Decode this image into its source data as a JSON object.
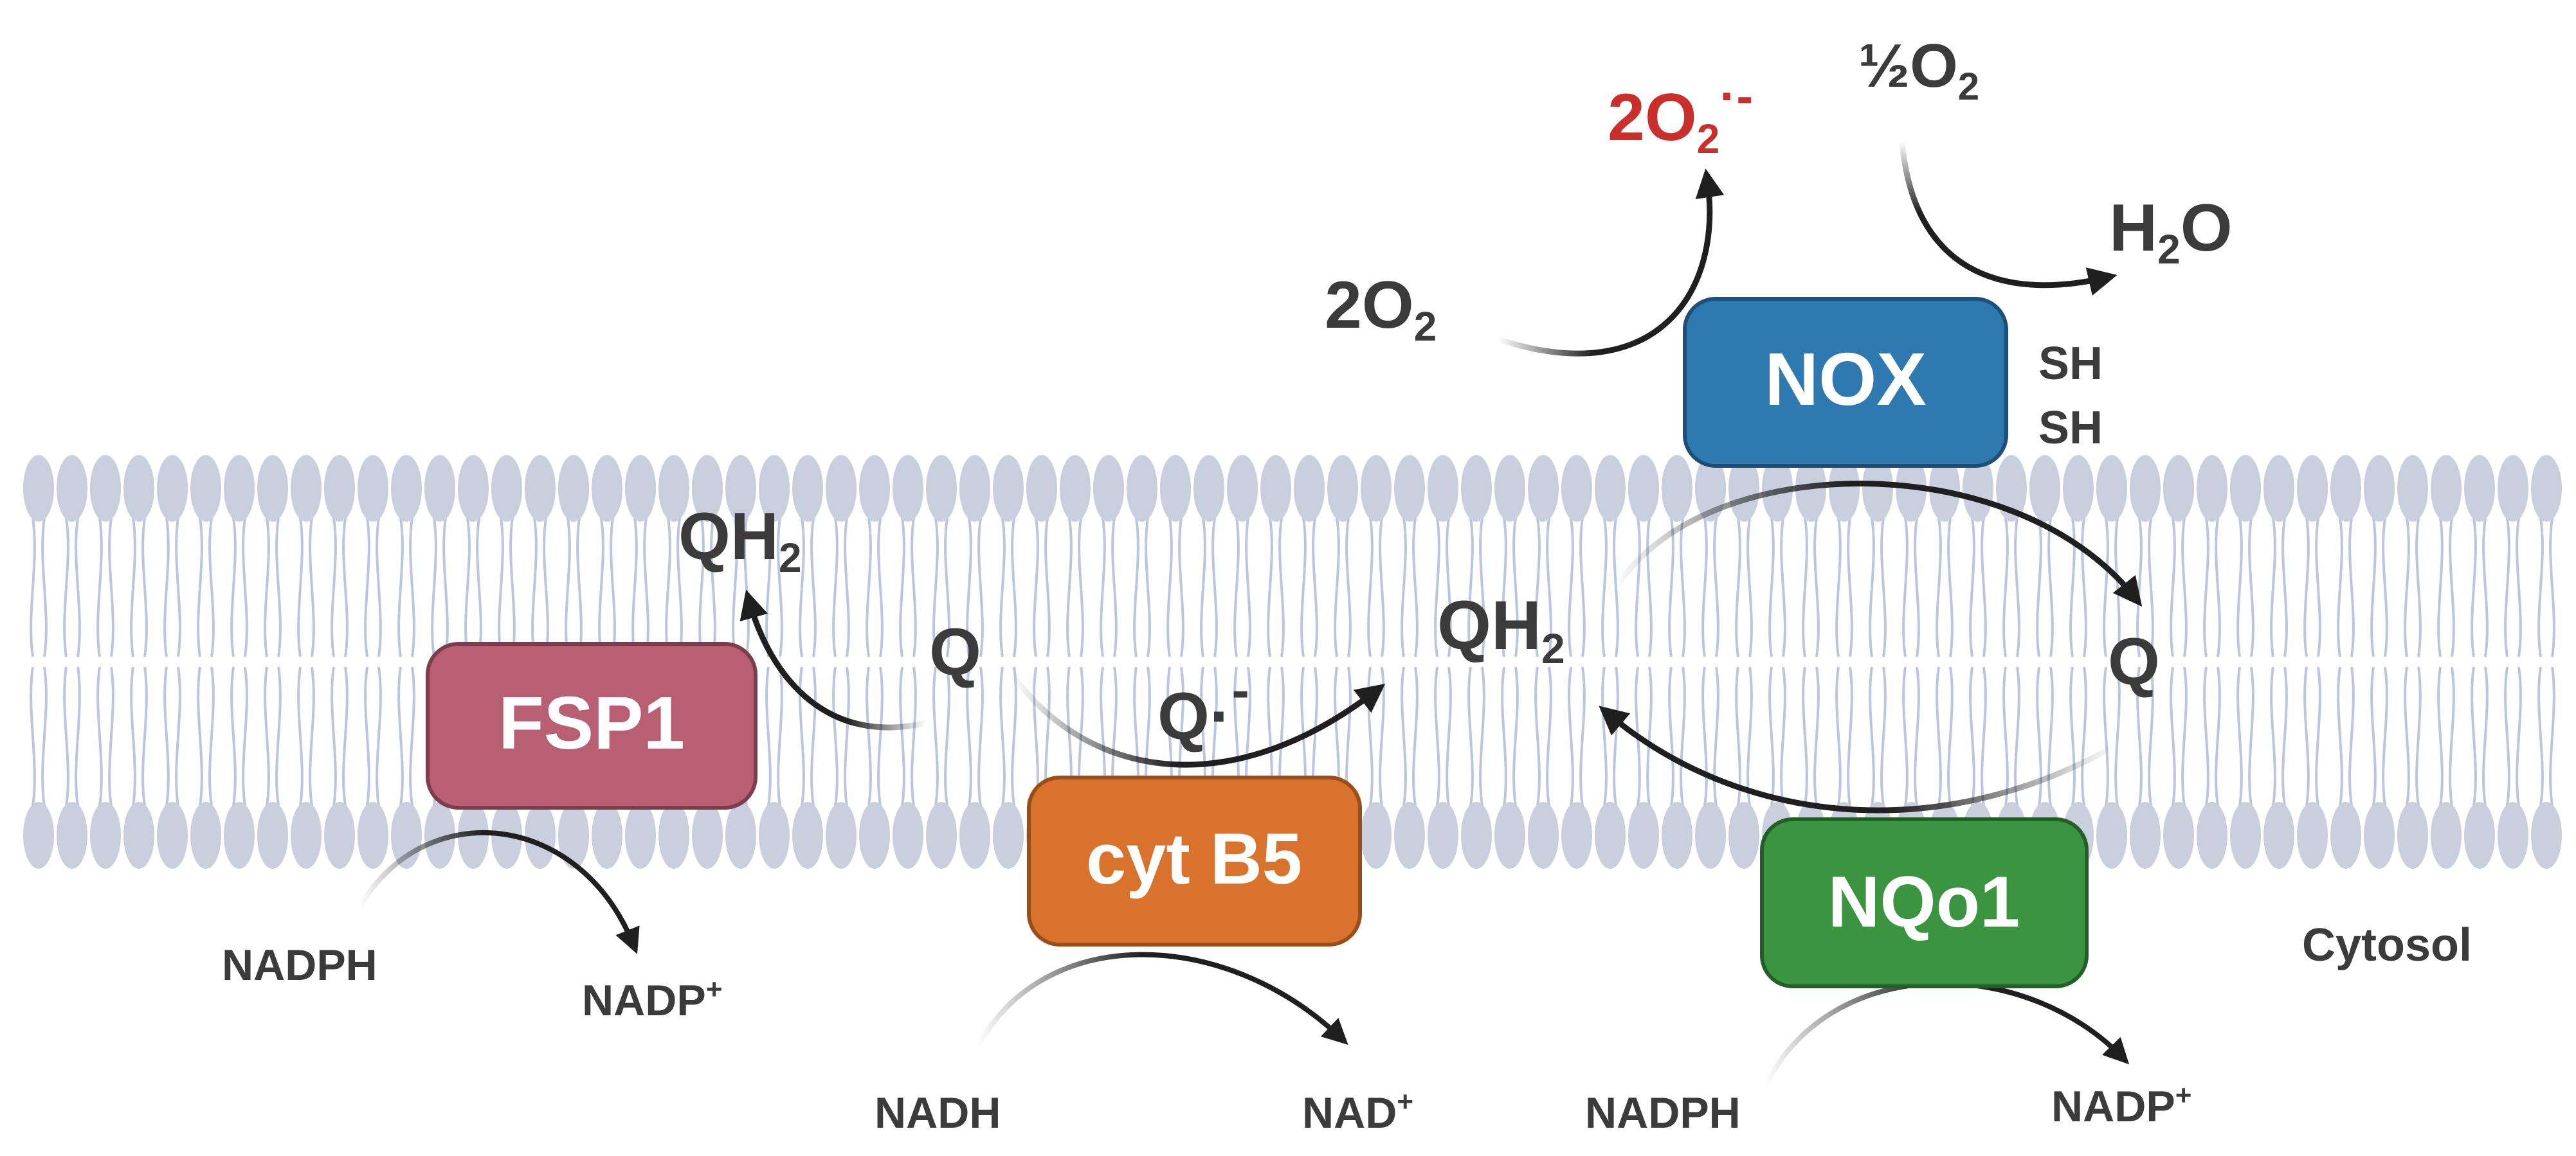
{
  "colors": {
    "background": "#ffffff",
    "lipid_head": "#c9cfdd",
    "lipid_tail": "#b9c6de",
    "arrow": "#1f1f1f",
    "label": "#3b3b3b",
    "superoxide": "#c9302c",
    "nox": "#2e7ab0",
    "fsp1": "#b85f74",
    "cytb5": "#d9722c",
    "nqo1": "#3b9440",
    "enzyme_text": "#ffffff"
  },
  "icons": {
    "membrane": "lipid-bilayer-icon",
    "arrow": "curved-arrow-icon"
  },
  "enzymes": {
    "nox": "NOX",
    "fsp1": "FSP1",
    "cytb5": "cyt B5",
    "nqo1": "NQo1"
  },
  "species": {
    "o2_left_coef": "2O",
    "o2_left_sub": "2",
    "superoxide_coef": "2O",
    "superoxide_sub": "2",
    "superoxide_sup": "·-",
    "half_o2": "½O",
    "half_o2_sub": "2",
    "water_a": "H",
    "water_sub": "2",
    "water_b": "O",
    "sh_top": "SH",
    "sh_bottom": "SH",
    "qh2_left": "QH",
    "qh2_left_sub": "2",
    "q_left": "Q",
    "semiquinone": "Q·",
    "semiquinone_sup": "-",
    "qh2_center": "QH",
    "qh2_center_sub": "2",
    "q_right": "Q"
  },
  "cofactors": {
    "fsp1_in": "NADPH",
    "fsp1_out": "NADP",
    "fsp1_out_sup": "+",
    "cytb5_in": "NADH",
    "cytb5_out": "NAD",
    "cytb5_out_sup": "+",
    "nqo1_in": "NADPH",
    "nqo1_out": "NADP",
    "nqo1_out_sup": "+"
  },
  "compartments": {
    "cytosol": "Cytosol"
  }
}
